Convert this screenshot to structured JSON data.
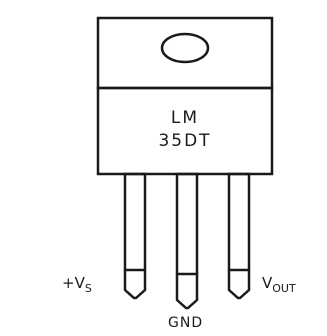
{
  "package": {
    "marking_line1": "LM",
    "marking_line2": "35DT"
  },
  "pins": {
    "left": {
      "main": "+V",
      "sub": "S"
    },
    "middle": {
      "main": "GND"
    },
    "right": {
      "main": "V",
      "sub": "OUT"
    }
  },
  "colors": {
    "outline": "#1a1a1a",
    "background": "#ffffff"
  },
  "icons": {
    "mounting_hole": "ellipse-hole-icon"
  }
}
